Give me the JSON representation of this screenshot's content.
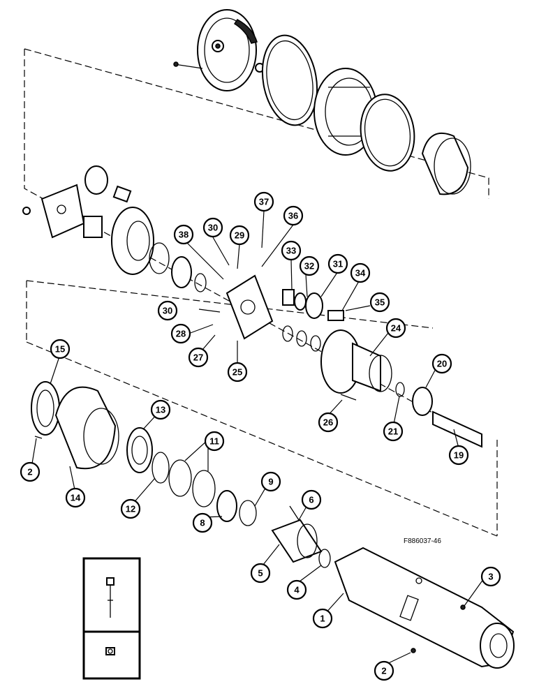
{
  "figure_ref": "F886037-46",
  "callouts": [
    {
      "id": "c37",
      "label": "37"
    },
    {
      "id": "c36",
      "label": "36"
    },
    {
      "id": "c30a",
      "label": "30"
    },
    {
      "id": "c29",
      "label": "29"
    },
    {
      "id": "c38",
      "label": "38"
    },
    {
      "id": "c33",
      "label": "33"
    },
    {
      "id": "c32",
      "label": "32"
    },
    {
      "id": "c31",
      "label": "31"
    },
    {
      "id": "c34",
      "label": "34"
    },
    {
      "id": "c35",
      "label": "35"
    },
    {
      "id": "c30b",
      "label": "30"
    },
    {
      "id": "c28",
      "label": "28"
    },
    {
      "id": "c27",
      "label": "27"
    },
    {
      "id": "c25",
      "label": "25"
    },
    {
      "id": "c24",
      "label": "24"
    },
    {
      "id": "c20",
      "label": "20"
    },
    {
      "id": "c15",
      "label": "15"
    },
    {
      "id": "c13",
      "label": "13"
    },
    {
      "id": "c11",
      "label": "11"
    },
    {
      "id": "c26",
      "label": "26"
    },
    {
      "id": "c21",
      "label": "21"
    },
    {
      "id": "c19",
      "label": "19"
    },
    {
      "id": "c2a",
      "label": "2"
    },
    {
      "id": "c14",
      "label": "14"
    },
    {
      "id": "c12",
      "label": "12"
    },
    {
      "id": "c9",
      "label": "9"
    },
    {
      "id": "c6",
      "label": "6"
    },
    {
      "id": "c8",
      "label": "8"
    },
    {
      "id": "c5",
      "label": "5"
    },
    {
      "id": "c4",
      "label": "4"
    },
    {
      "id": "c3",
      "label": "3"
    },
    {
      "id": "c1",
      "label": "1"
    },
    {
      "id": "c2b",
      "label": "2"
    }
  ]
}
